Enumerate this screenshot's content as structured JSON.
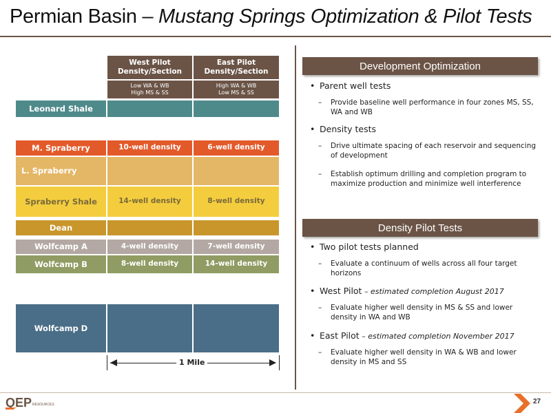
{
  "title": {
    "prefix": "Permian Basin – ",
    "italic": "Mustang Springs Optimization & Pilot Tests"
  },
  "table": {
    "headers": [
      "West Pilot\nDensity/Section",
      "East Pilot\nDensity/Section"
    ],
    "subheaders": [
      "Low WA & WB\nHigh MS & SS",
      "High WA & WB\nLow MS & SS"
    ],
    "rows": [
      {
        "label": "Leonard Shale",
        "west": "",
        "east": "",
        "color": "#4f8a8b"
      },
      {
        "label": "M. Spraberry",
        "west": "10-well density",
        "east": "6-well density",
        "color": "#e35a2a"
      },
      {
        "label": "L. Spraberry",
        "west": "",
        "east": "",
        "color": "#e4b766"
      },
      {
        "label": "Spraberry Shale",
        "west": "14-well density",
        "east": "8-well density",
        "color": "#f4cd3e"
      },
      {
        "label": "Dean",
        "west": "",
        "east": "",
        "color": "#c9962c"
      },
      {
        "label": "Wolfcamp A",
        "west": "4-well density",
        "east": "7-well density",
        "color": "#b3a8a3"
      },
      {
        "label": "Wolfcamp B",
        "west": "8-well density",
        "east": "14-well density",
        "color": "#8f9c63"
      },
      {
        "label": "Wolfcamp D",
        "west": "",
        "east": "",
        "color": "#4a6e87"
      }
    ],
    "scale_label": "1 Mile"
  },
  "development": {
    "heading": "Development Optimization",
    "bullets": [
      {
        "text": "Parent well tests",
        "subs": [
          "Provide baseline well performance in four zones MS, SS, WA and WB"
        ]
      },
      {
        "text": "Density tests",
        "subs": [
          "Drive ultimate spacing of each reservoir and sequencing of development",
          "Establish optimum drilling and completion program to maximize production and minimize well interference"
        ]
      }
    ]
  },
  "pilot": {
    "heading": "Density Pilot Tests",
    "b1": "Two pilot tests planned",
    "b1_sub": "Evaluate a continuum of wells across all four target horizons",
    "b2": "West Pilot",
    "b2_note": " – estimated completion August 2017",
    "b2_sub": "Evaluate higher well density in MS & SS and lower density in WA and WB",
    "b3": "East Pilot",
    "b3_note": " – estimated completion November 2017",
    "b3_sub": "Evaluate higher well density in WA & WB and lower density in MS and SS"
  },
  "footer": {
    "logo_text": "QEP",
    "logo_sub": "RESOURCES",
    "page": "27"
  },
  "colors": {
    "brand_brown": "#6b5446",
    "accent_orange": "#e8702a"
  }
}
